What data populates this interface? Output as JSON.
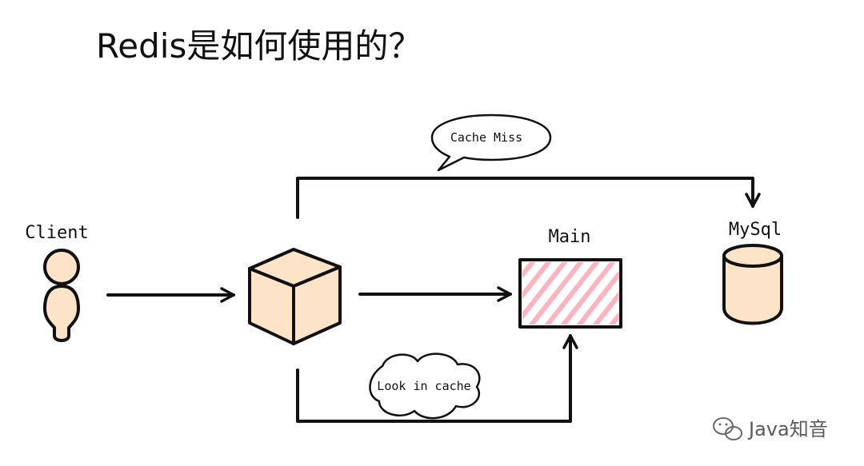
{
  "title": "Redis是如何使用的？",
  "nodes": {
    "client": "Client",
    "main": "Main",
    "mysql": "MySql"
  },
  "bubbles": {
    "cache_miss": "Cache Miss",
    "look_in_cache": "Look in cache"
  },
  "watermark": "Java知音",
  "colors": {
    "ink": "#111111",
    "skin": "#fde3c8",
    "hatch": "#ffb3bf",
    "watermark": "#5a5a5a"
  }
}
